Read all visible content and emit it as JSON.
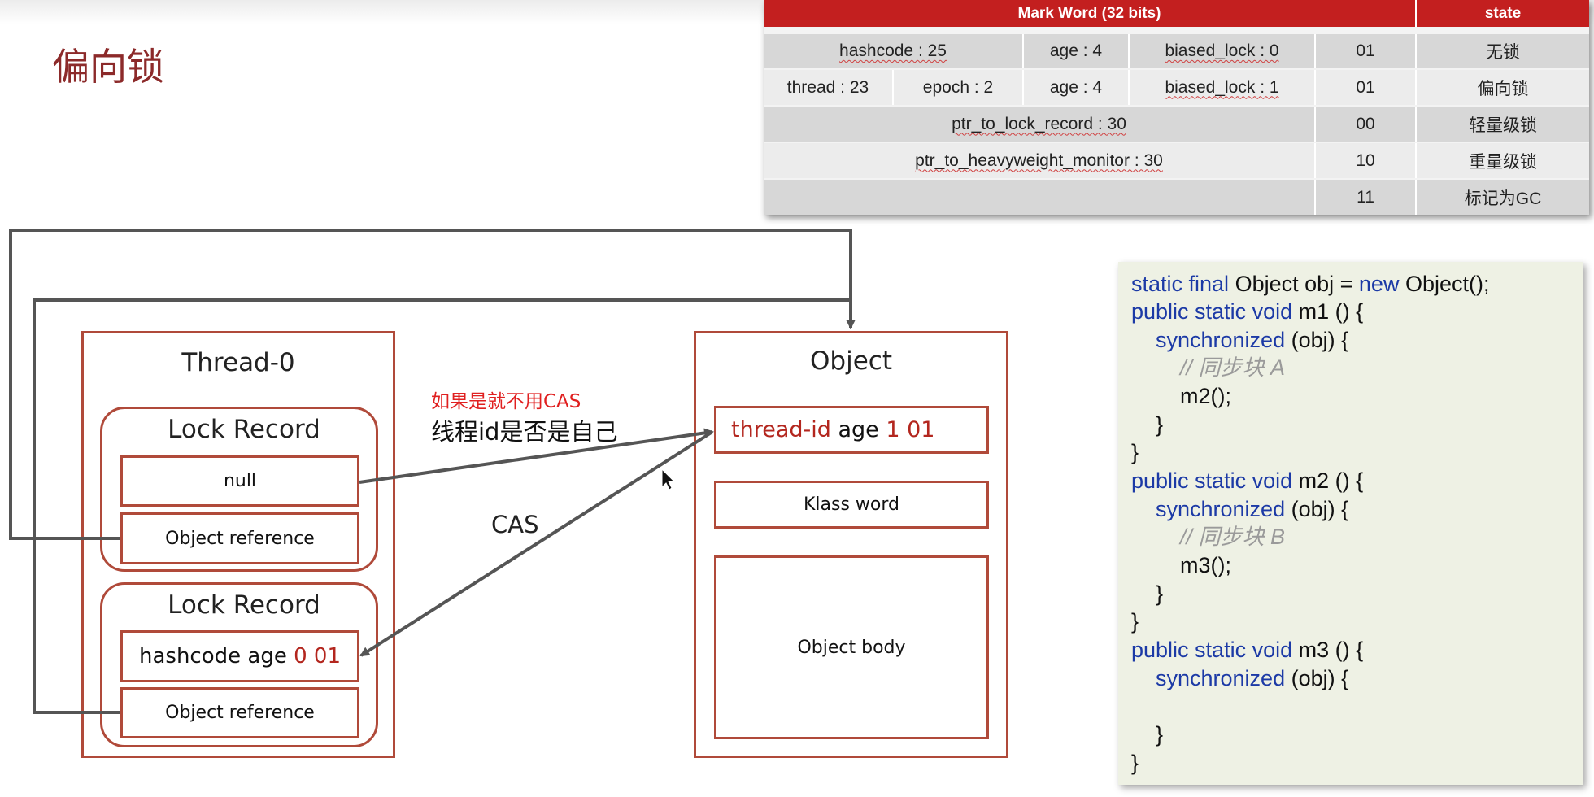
{
  "title": "偏向锁",
  "mark_word": {
    "header": "Mark Word (32 bits)",
    "state_header": "state",
    "rows": [
      {
        "cells": [
          "hashcode : 25",
          "age : 4",
          "biased_lock : 0"
        ],
        "bits": "01",
        "state": "无锁"
      },
      {
        "cells": [
          "thread : 23",
          "epoch : 2",
          "age : 4",
          "biased_lock : 1"
        ],
        "bits": "01",
        "state": "偏向锁"
      },
      {
        "cells": [
          "ptr_to_lock_record : 30"
        ],
        "bits": "00",
        "state": "轻量级锁"
      },
      {
        "cells": [
          "ptr_to_heavyweight_monitor : 30"
        ],
        "bits": "10",
        "state": "重量级锁"
      },
      {
        "cells": [
          ""
        ],
        "bits": "11",
        "state": "标记为GC"
      }
    ]
  },
  "diagram": {
    "thread_title": "Thread-0",
    "lock_record_1": {
      "title": "Lock Record",
      "field_1": "null",
      "field_2": "Object reference"
    },
    "lock_record_2": {
      "title": "Lock Record",
      "field_1_a": "hashcode age ",
      "field_1_b": "0 01",
      "field_2": "Object reference"
    },
    "object_title": "Object",
    "object_fields": {
      "header_a": "thread-id",
      "header_b": " age ",
      "header_c": "1 01",
      "klass": "Klass word",
      "body": "Object body"
    },
    "annotation_red": "如果是就不用CAS",
    "annotation_black": "线程id是否是自己",
    "cas_label": "CAS"
  },
  "code": {
    "lines": [
      {
        "a": "static final ",
        "b": "Object obj = ",
        "c": "new ",
        "d": "Object();"
      },
      {
        "a": "public static void ",
        "b": "m1 () {"
      },
      {
        "a": "    synchronized ",
        "b": "(obj) {"
      },
      {
        "comment": "        // 同步块 A"
      },
      {
        "b": "        m2();"
      },
      {
        "b": "    }"
      },
      {
        "b": "}"
      },
      {
        "a": "public static void ",
        "b": "m2 () {"
      },
      {
        "a": "    synchronized ",
        "b": "(obj) {"
      },
      {
        "comment": "        // 同步块 B"
      },
      {
        "b": "        m3();"
      },
      {
        "b": "    }"
      },
      {
        "b": "}"
      },
      {
        "a": "public static void ",
        "b": "m3 () {"
      },
      {
        "a": "    synchronized ",
        "b": "(obj) {"
      },
      {
        "b": ""
      },
      {
        "b": "    }"
      },
      {
        "b": "}"
      }
    ]
  },
  "colors": {
    "accent_red": "#b3261e",
    "box_border": "#b04a3a",
    "header_red": "#c31f1f",
    "code_keyword": "#1c3aa6"
  }
}
